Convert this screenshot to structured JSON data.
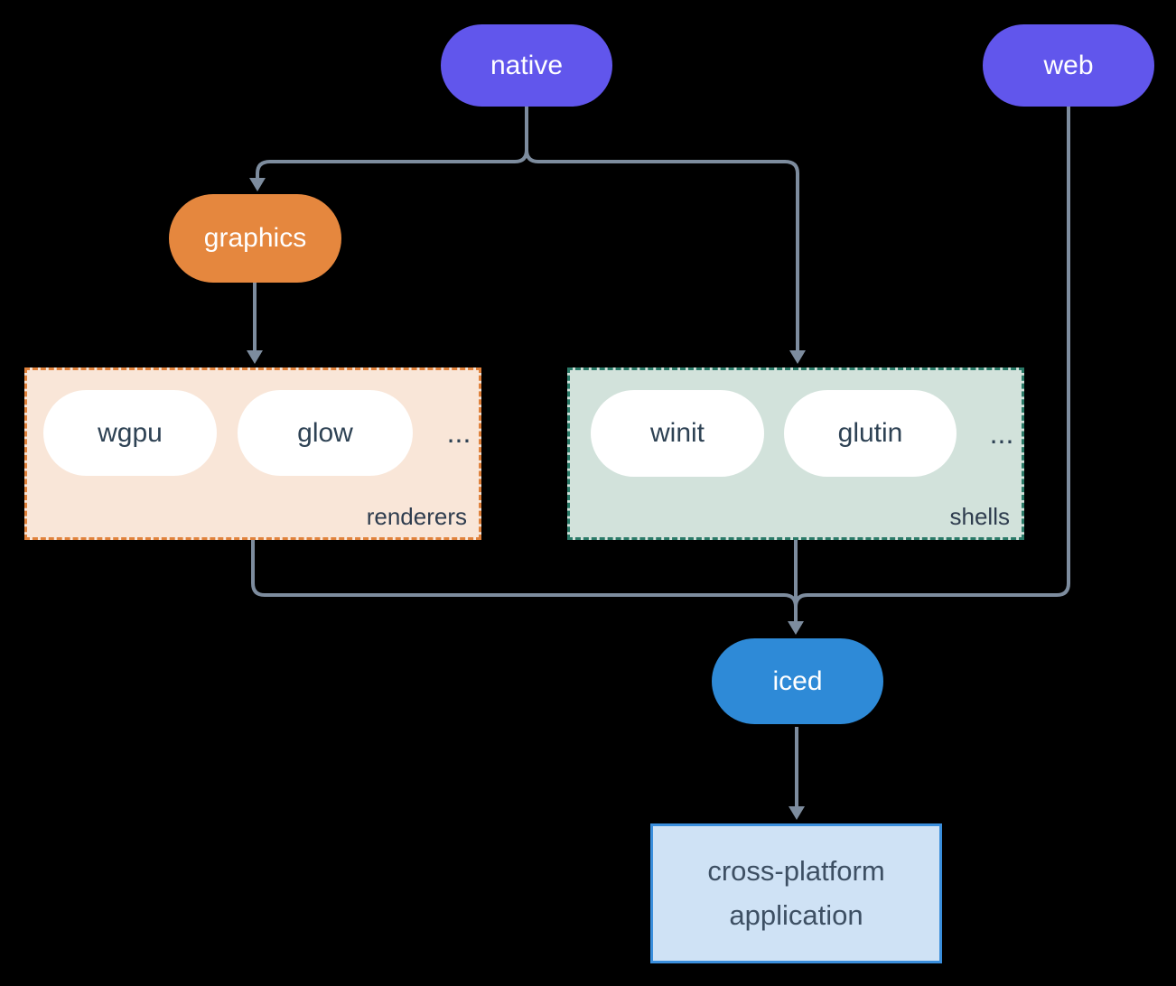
{
  "diagram": {
    "background": "#000000",
    "connector_color": "#7d8c9e",
    "nodes": {
      "native": {
        "label": "native",
        "color": "#6156ec",
        "text_color": "#ffffff"
      },
      "web": {
        "label": "web",
        "color": "#6156ec",
        "text_color": "#ffffff"
      },
      "graphics": {
        "label": "graphics",
        "color": "#e5873e",
        "text_color": "#ffffff"
      },
      "iced": {
        "label": "iced",
        "color": "#2e8ad7",
        "text_color": "#ffffff"
      },
      "application": {
        "line1": "cross-platform",
        "line2": "application",
        "bg": "#cfe2f5",
        "border": "#3a8edc",
        "text_color": "#3d4f63"
      }
    },
    "groups": {
      "renderers": {
        "caption": "renderers",
        "items": [
          "wgpu",
          "glow"
        ],
        "ellipsis": "...",
        "bg": "#f9e6d8",
        "border": "#e0823c"
      },
      "shells": {
        "caption": "shells",
        "items": [
          "winit",
          "glutin"
        ],
        "ellipsis": "...",
        "bg": "#d2e2db",
        "border": "#2b7a68"
      }
    },
    "edges": [
      {
        "from": "native",
        "to": "graphics"
      },
      {
        "from": "native",
        "to": "shells"
      },
      {
        "from": "graphics",
        "to": "renderers"
      },
      {
        "from": "renderers",
        "to": "iced"
      },
      {
        "from": "shells",
        "to": "iced"
      },
      {
        "from": "web",
        "to": "iced"
      },
      {
        "from": "iced",
        "to": "application"
      }
    ]
  }
}
